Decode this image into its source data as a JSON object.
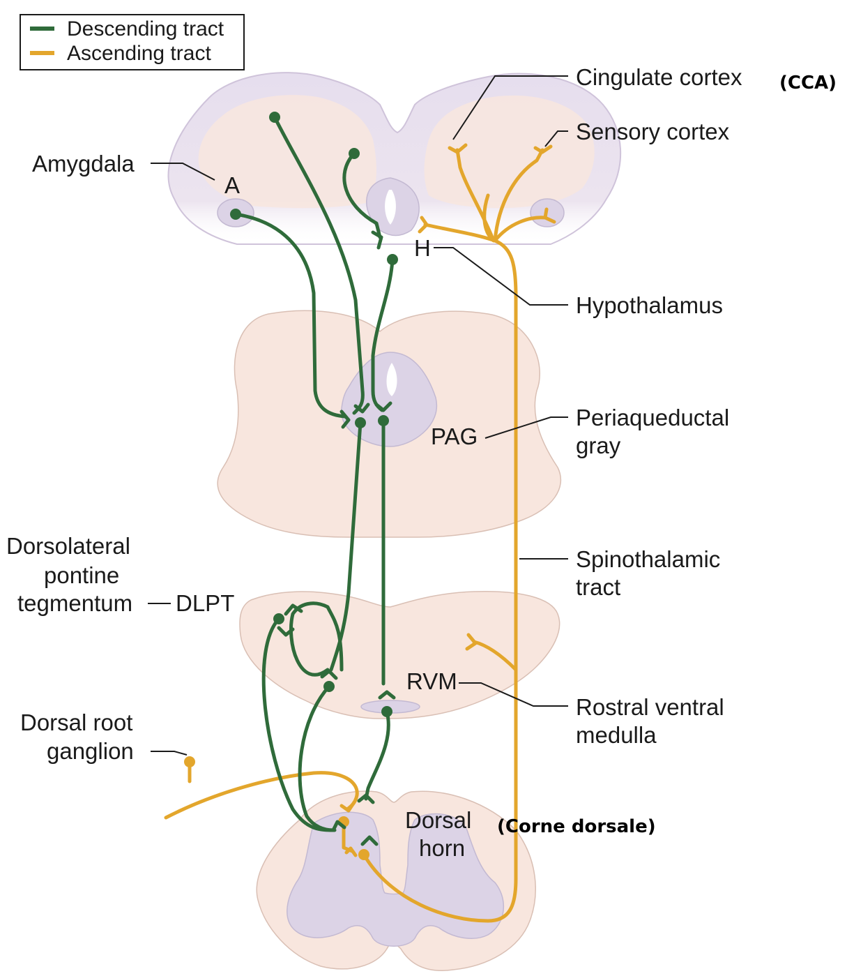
{
  "legend": {
    "items": [
      {
        "label": "Descending tract",
        "color": "#2f6b3a"
      },
      {
        "label": "Ascending tract",
        "color": "#e3a62c"
      }
    ]
  },
  "labels": {
    "cingulate_cortex": "Cingulate cortex",
    "cca": "(CCA)",
    "sensory_cortex": "Sensory cortex",
    "amygdala": "Amygdala",
    "a": "A",
    "h": "H",
    "hypothalamus": "Hypothalamus",
    "periaqueductal_1": "Periaqueductal",
    "periaqueductal_2": "gray",
    "pag": "PAG",
    "dlpt_1": "Dorsolateral",
    "dlpt_2": "pontine",
    "dlpt_3": "tegmentum",
    "dlpt": "DLPT",
    "spinothalamic_1": "Spinothalamic",
    "spinothalamic_2": "tract",
    "rvm": "RVM",
    "rostral_1": "Rostral ventral",
    "rostral_2": "medulla",
    "drg_1": "Dorsal root",
    "drg_2": "ganglion",
    "dorsal_horn_1": "Dorsal",
    "dorsal_horn_2": "horn",
    "corne_dorsale": "(Corne dorsale)"
  },
  "colors": {
    "descending": "#2f6b3a",
    "ascending": "#e3a62c",
    "tissue": "#f8e6de",
    "gray_matter": "#dcd3e6",
    "brain": "#e4dcec"
  }
}
